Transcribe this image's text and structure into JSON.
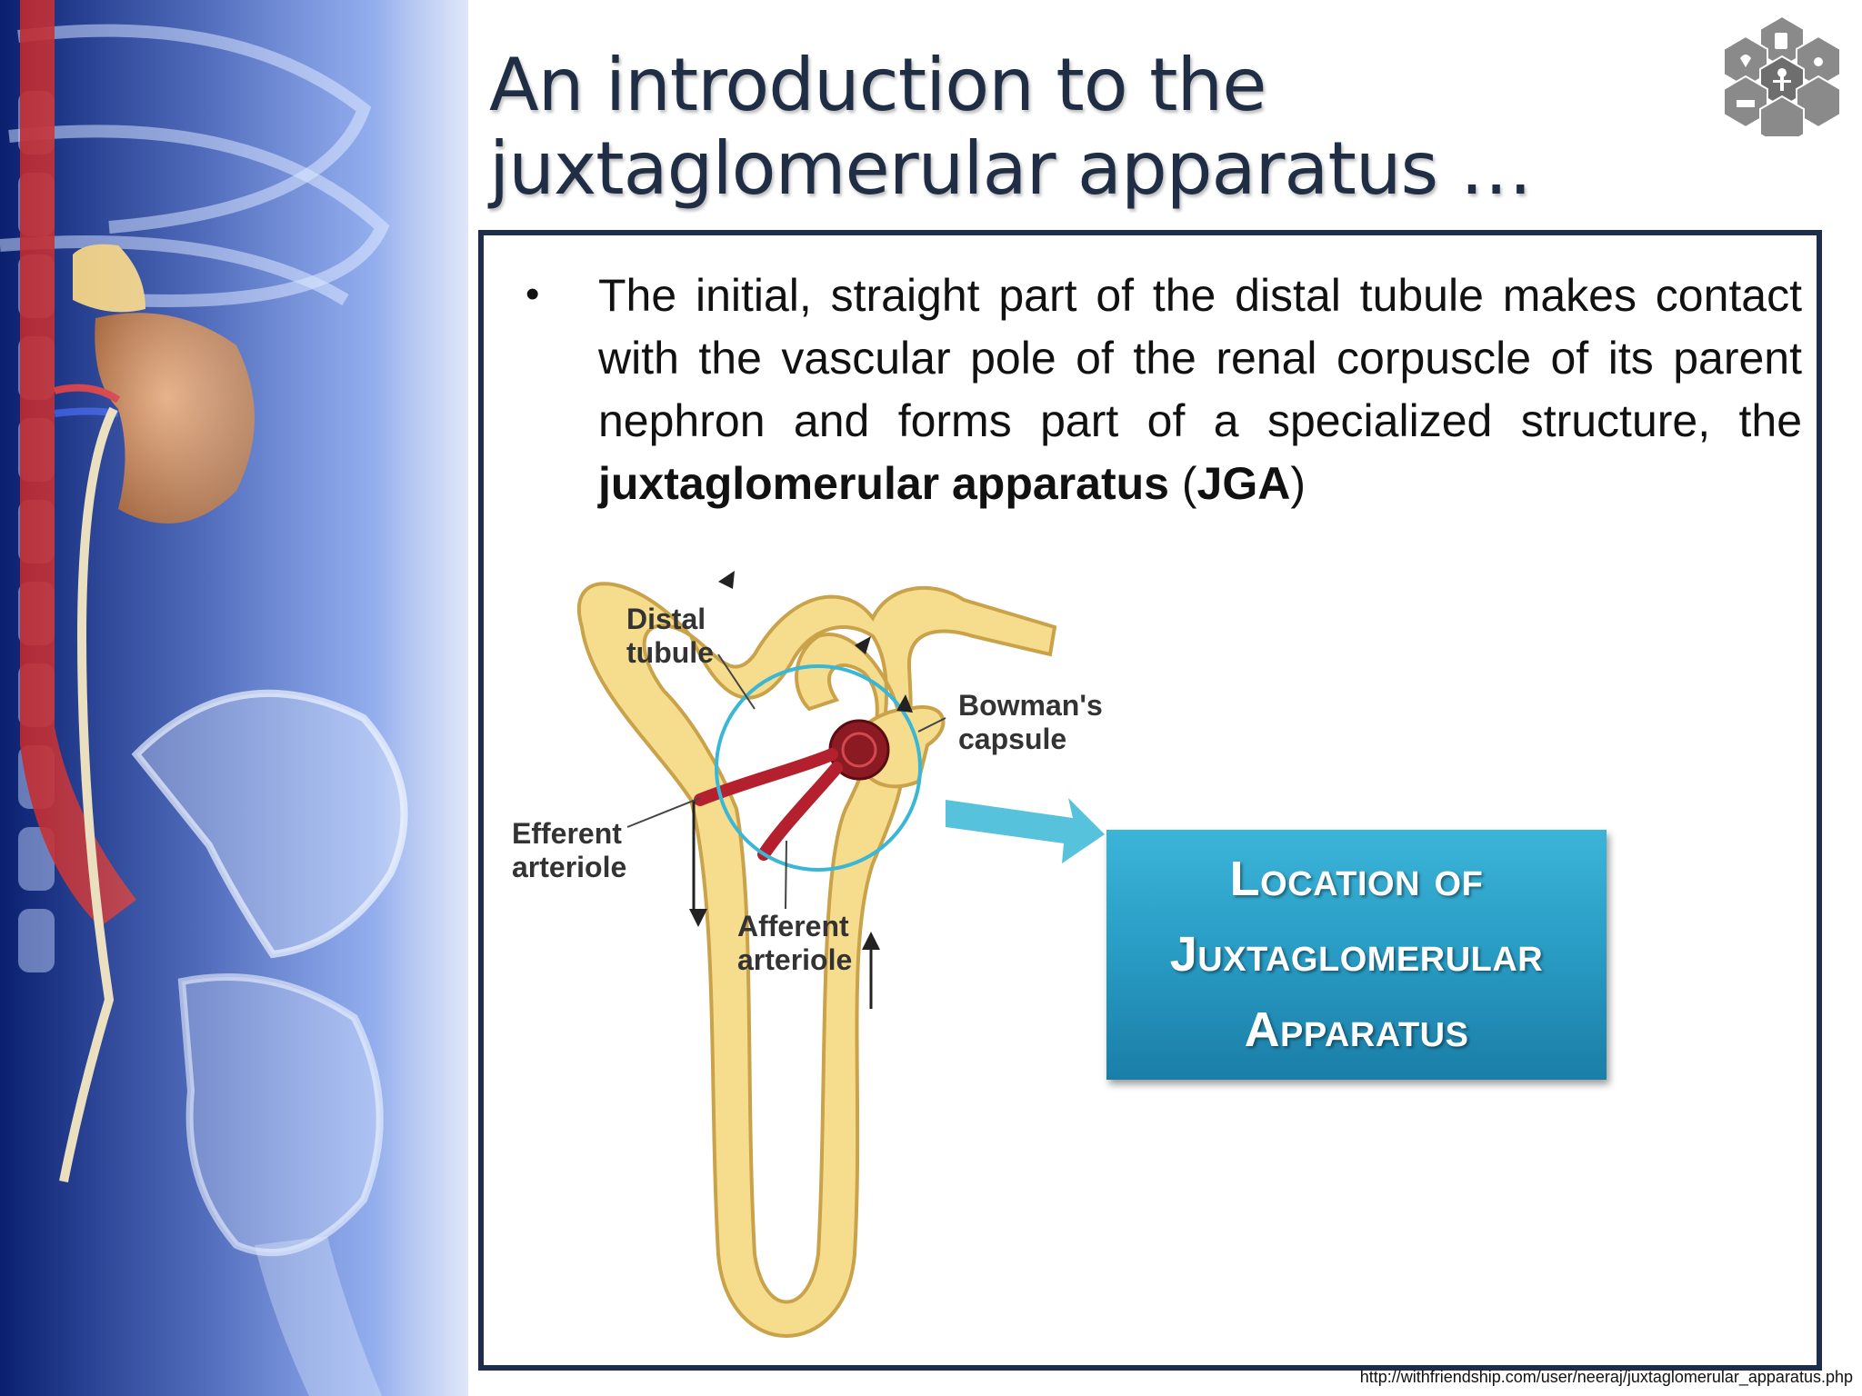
{
  "slide": {
    "title_line1": "An introduction to the",
    "title_line2": "juxtaglomerular apparatus …",
    "bullet": {
      "intro": "The initial, straight part of the distal tubule makes contact with the vascular pole of the renal corpuscle of its parent nephron and forms part of a specialized structure, the ",
      "bold_term": "juxtaglomerular apparatus",
      "mid": " (",
      "bold_abbrev": "JGA",
      "end": ")"
    },
    "diagram": {
      "label_distal_1": "Distal",
      "label_distal_2": "tubule",
      "label_bowman_1": "Bowman's",
      "label_bowman_2": "capsule",
      "label_efferent_1": "Efferent",
      "label_efferent_2": "arteriole",
      "label_afferent_1": "Afferent",
      "label_afferent_2": "arteriole"
    },
    "callout": {
      "line1": "Location of",
      "line2": "Juxtaglomerular",
      "line3": "Apparatus"
    },
    "source_url": "http://withfriendship.com/user/neeraj/juxtaglomerular_apparatus.php"
  },
  "colors": {
    "title": "#1f2d45",
    "box_border": "#1f2d4d",
    "callout": "#2a9ec6",
    "tubule_fill": "#f6dd8e",
    "tubule_stroke": "#c9a24a",
    "arteriole": "#b5202e",
    "highlight_circle": "#3ab7d6"
  },
  "icons": [
    "anatomy-illustration",
    "medical-hexagon-logo",
    "arrow-callout-icon"
  ]
}
